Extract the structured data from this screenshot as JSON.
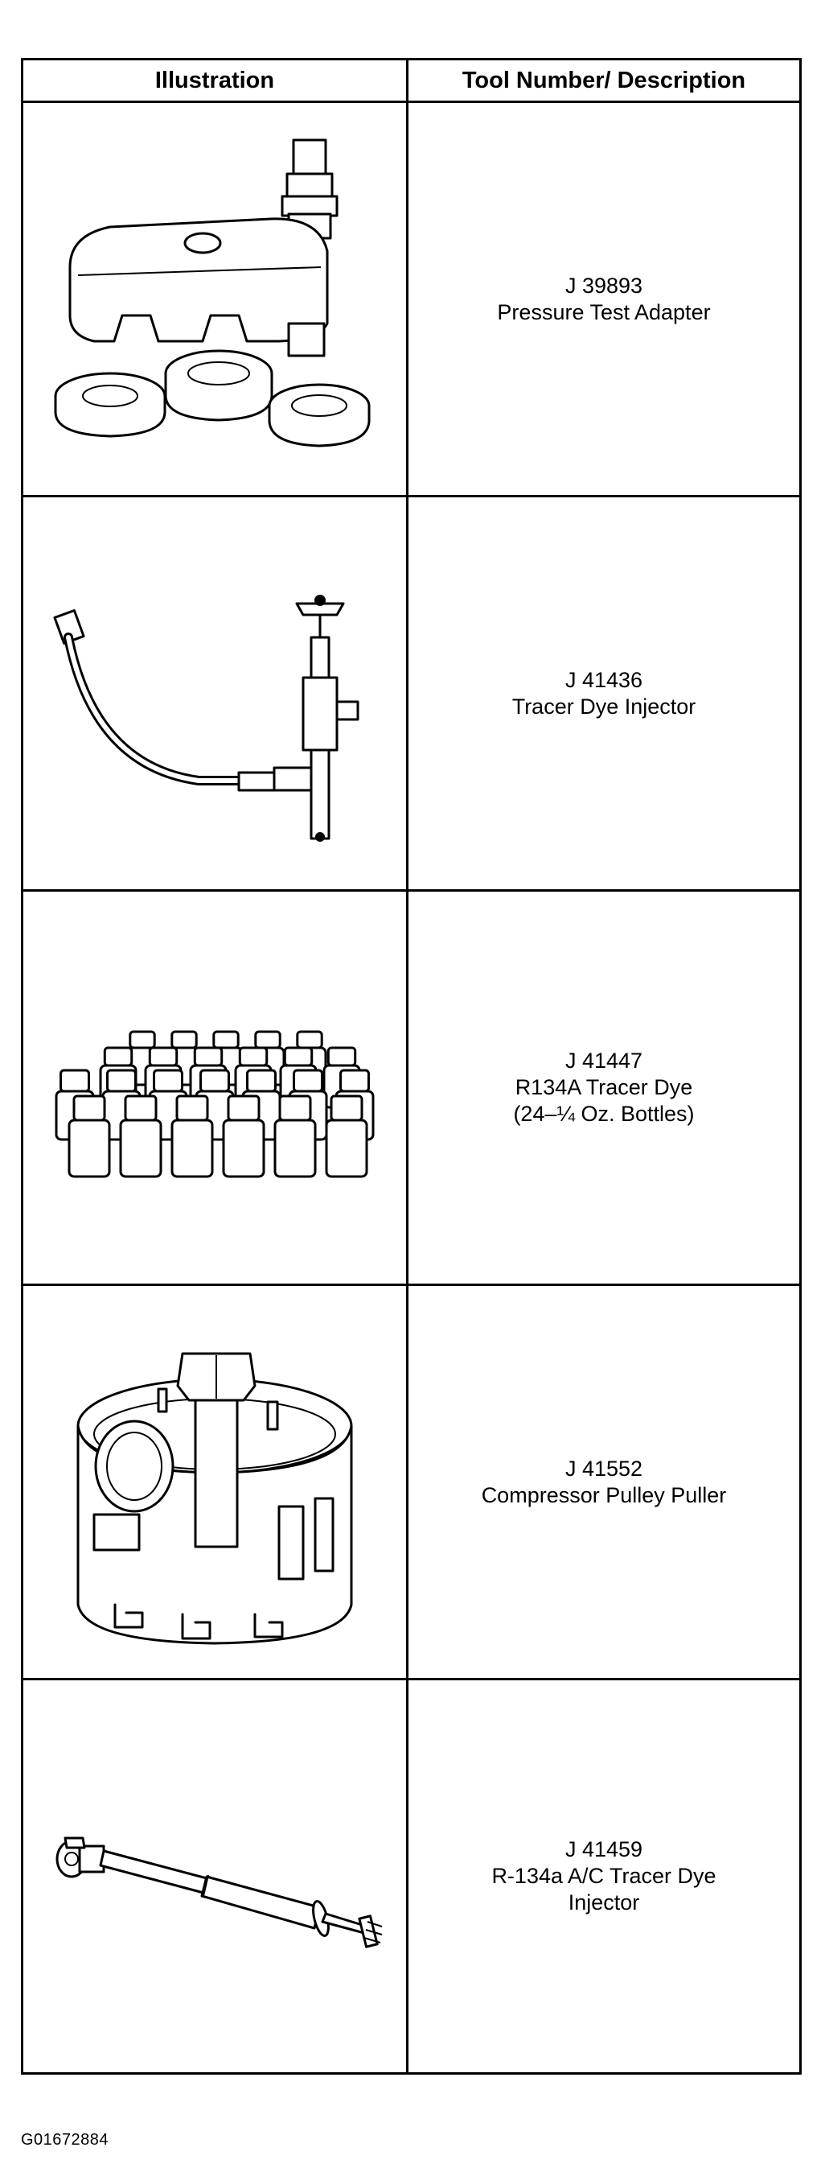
{
  "table": {
    "headers": {
      "illustration": "Illustration",
      "description": "Tool Number/ Description"
    },
    "rows": [
      {
        "tool_number": "J 39893",
        "description": [
          "Pressure Test Adapter"
        ],
        "icon": "pressure-test-adapter-illustration"
      },
      {
        "tool_number": "J 41436",
        "description": [
          "Tracer Dye Injector"
        ],
        "icon": "tracer-dye-injector-illustration"
      },
      {
        "tool_number": "J 41447",
        "description": [
          "R134A Tracer Dye",
          "(24–¼ Oz. Bottles)"
        ],
        "icon": "tracer-dye-bottles-illustration"
      },
      {
        "tool_number": "J 41552",
        "description": [
          "Compressor Pulley Puller"
        ],
        "icon": "compressor-pulley-puller-illustration"
      },
      {
        "tool_number": "J 41459",
        "description": [
          "R-134a A/C Tracer Dye",
          "Injector"
        ],
        "icon": "ac-tracer-dye-injector-illustration"
      }
    ]
  },
  "footer": {
    "code": "G01672884"
  }
}
